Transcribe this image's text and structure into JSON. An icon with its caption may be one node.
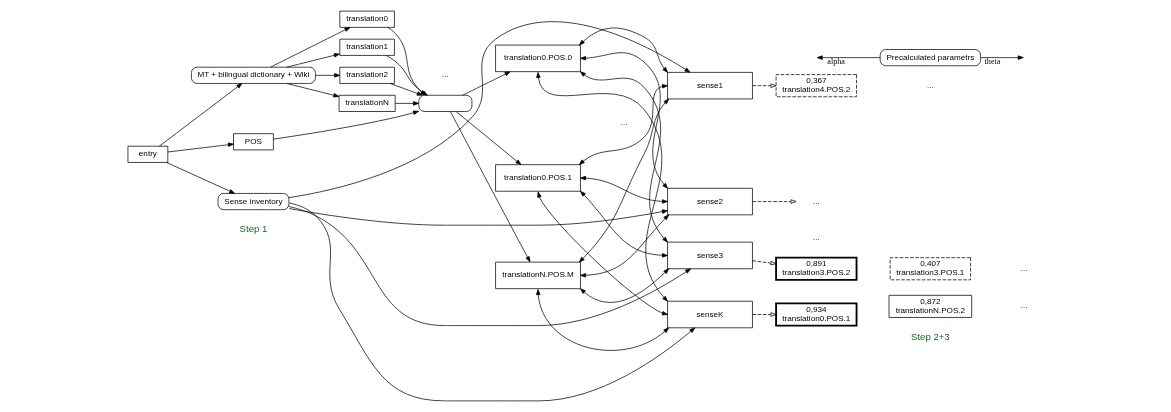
{
  "diagram": {
    "nodes": [
      {
        "text": [
          "entry"
        ]
      },
      {
        "text": [
          "MT + bilingual dictionary + Wiki"
        ]
      },
      {
        "text": [
          "translation0"
        ]
      },
      {
        "text": [
          "translation1"
        ]
      },
      {
        "text": [
          "translation2"
        ]
      },
      {
        "text": [
          "translationN"
        ]
      },
      {
        "text": [
          "POS"
        ]
      },
      {
        "text": [
          "Sense inventory"
        ]
      },
      {
        "text": [],
        "shape": "box"
      },
      {
        "text": [
          "translation0.POS.0"
        ]
      },
      {
        "text": [
          "translation0.POS.1"
        ]
      },
      {
        "text": [
          "translationN.POS.M"
        ]
      },
      {
        "text": [
          "sense1"
        ]
      },
      {
        "text": [
          "sense2"
        ]
      },
      {
        "text": [
          "sense3"
        ]
      },
      {
        "text": [
          "senseK"
        ]
      },
      {
        "text": [
          "Precalculated parametrs"
        ]
      },
      {
        "text": [
          "0,367",
          "translation4.POS.2"
        ]
      },
      {
        "text": [
          "..."
        ]
      },
      {
        "text": [
          "0,891",
          "translation3.POS.2"
        ]
      },
      {
        "text": [
          "0,407",
          "translation3.POS.1"
        ]
      },
      {
        "text": [
          "0,934",
          "translation0.POS.1"
        ]
      },
      {
        "text": [
          "0,872",
          "translationN.POS.2"
        ]
      }
    ],
    "edges": [
      {
        "from": 0,
        "to": 1,
        "arrow": "to"
      },
      {
        "from": 1,
        "to": 2,
        "arrow": "to"
      },
      {
        "from": 1,
        "to": 3,
        "arrow": "to"
      },
      {
        "from": 1,
        "to": 4,
        "arrow": "to"
      },
      {
        "from": 1,
        "to": 5,
        "arrow": "to"
      },
      {
        "from": 2,
        "to": 8,
        "arrow": "to"
      },
      {
        "from": 3,
        "to": 8,
        "arrow": "to"
      },
      {
        "from": 4,
        "to": 8,
        "arrow": "to"
      },
      {
        "from": 5,
        "to": 8,
        "arrow": "to"
      },
      {
        "from": 0,
        "to": 6,
        "arrow": "to"
      },
      {
        "from": 6,
        "to": 8,
        "arrow": "to"
      },
      {
        "from": 0,
        "to": 7,
        "arrow": "to"
      },
      {
        "from": 7,
        "to": 12,
        "arrow": "to"
      },
      {
        "from": 7,
        "to": 13,
        "arrow": "to"
      },
      {
        "from": 7,
        "to": 14,
        "arrow": "to"
      },
      {
        "from": 7,
        "to": 15,
        "arrow": "to"
      },
      {
        "from": 8,
        "to": 9,
        "arrow": "to"
      },
      {
        "from": 8,
        "to": 10,
        "arrow": "to"
      },
      {
        "from": 8,
        "to": 11,
        "arrow": "to"
      },
      {
        "from": 9,
        "to": 12,
        "arrow": "both"
      },
      {
        "from": 9,
        "to": 13,
        "arrow": "both"
      },
      {
        "from": 9,
        "to": 14,
        "arrow": "both"
      },
      {
        "from": 9,
        "to": 15,
        "arrow": "both"
      },
      {
        "from": 10,
        "to": 12,
        "arrow": "both"
      },
      {
        "from": 10,
        "to": 13,
        "arrow": "both"
      },
      {
        "from": 10,
        "to": 14,
        "arrow": "both"
      },
      {
        "from": 10,
        "to": 15,
        "arrow": "both"
      },
      {
        "from": 11,
        "to": 12,
        "arrow": "both"
      },
      {
        "from": 11,
        "to": 13,
        "arrow": "both"
      },
      {
        "from": 11,
        "to": 14,
        "arrow": "both"
      },
      {
        "from": 11,
        "to": 15,
        "arrow": "both"
      },
      {
        "from": 12,
        "to": 17,
        "arrow": "to",
        "style": "dashed"
      },
      {
        "from": 13,
        "to": 18,
        "arrow": "to",
        "style": "dashed"
      },
      {
        "from": 14,
        "to": 19,
        "arrow": "to",
        "style": "dashed"
      },
      {
        "from": 15,
        "to": 21,
        "arrow": "to",
        "style": "dashed"
      },
      {
        "from": 16,
        "to": null,
        "label": "alpha",
        "arrow": "to"
      },
      {
        "from": 16,
        "to": null,
        "label": "theta",
        "arrow": "to"
      }
    ],
    "labels": [
      "...",
      "...",
      "...",
      "...",
      "...",
      "...",
      "Step 1",
      "Step 2+3"
    ]
  }
}
